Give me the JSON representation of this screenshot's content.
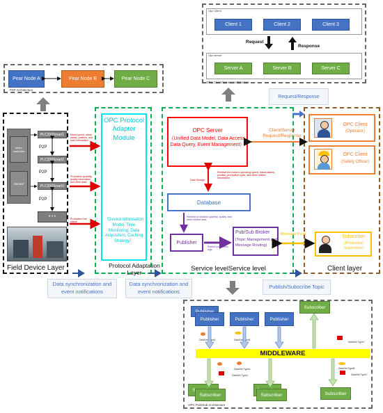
{
  "opc_cs": {
    "client_label": "Opc Client",
    "server_label": "Opc server",
    "clients": [
      "Client 1",
      "Client 2",
      "Client 3"
    ],
    "servers": [
      "Server A",
      "Server B",
      "Server C"
    ],
    "request": "Request",
    "response": "Response",
    "caption": "OPC Client/Server Architecture",
    "link_label": "Request/Response"
  },
  "p2p": {
    "nodes": [
      "Pear Node A",
      "Pear Node B",
      "Pear Node C"
    ],
    "caption": "P2P Architecture"
  },
  "field": {
    "plcs": [
      "PLC200Smart1",
      "PLC200Smart2",
      "PLC200Smart3"
    ],
    "p2p": "P2P",
    "sensor_items": [
      "Motor controller",
      "Sensor"
    ],
    "ellipsis": "• • •",
    "title": "Field Device Layer",
    "arrow_notes": [
      "Motor speed, alarm status, position, and load information",
      "Production quantity, quality information, and other data",
      "Production line status"
    ]
  },
  "adapter": {
    "title": "OPC Protocol Adapter Module",
    "desc": "（Device Information Model, Time Monitoring, Data Acquisition, Caching Strategy）",
    "layer": "Protocol Adaptation Layer"
  },
  "service": {
    "server_title": "OPC Server",
    "server_desc": "（Unified Data Model, Data Access, Data Query, Event Management）",
    "data_storage": "Data Storage",
    "retrieve_note": "Retrieve the motor's operating speed, status alarms, position, production cycle, and other related information.",
    "database": "Database",
    "retrieve2": "Retrieve production quantity, quality, and other related data.",
    "publisher": "Publisher",
    "publish_log": "Publish production logs",
    "broker_title": "Pub/Sub Broker",
    "broker_desc": "(Topic Management and Message Routing)",
    "layer": "Service levelService level"
  },
  "client": {
    "link": "Client/Server Request/Response",
    "operator_title": "OPC Client",
    "operator_sub": "(Operator)",
    "officer_title": "OPC Client",
    "officer_sub": "(Safety Officer)",
    "msg_push": "Message Push",
    "subscriber": "Subscriber",
    "subscriber_sub": "(Production Supervisor)",
    "layer": "Client layer"
  },
  "bottom_labels": {
    "sync1": "Data synchronization and event notifications",
    "sync2": "Data synchronization and event notifications",
    "pubsub": "Publish/Subscribe Topic"
  },
  "pubsub": {
    "publisher": "Publisher",
    "subscriber": "Subscriber",
    "middleware": "MIDDLEWARE",
    "types": [
      "DataSet TypeA",
      "DataSet TypeB",
      "DataSet TypeC"
    ],
    "caption": "OPC Pub/Sub Architecture"
  },
  "colors": {
    "blue": "#4472c4",
    "green": "#70ad47",
    "orange": "#ed7d31",
    "red": "#ff0000",
    "cyan": "#00e5ee",
    "purple": "#7030a0",
    "middleware": "#ffff00"
  }
}
